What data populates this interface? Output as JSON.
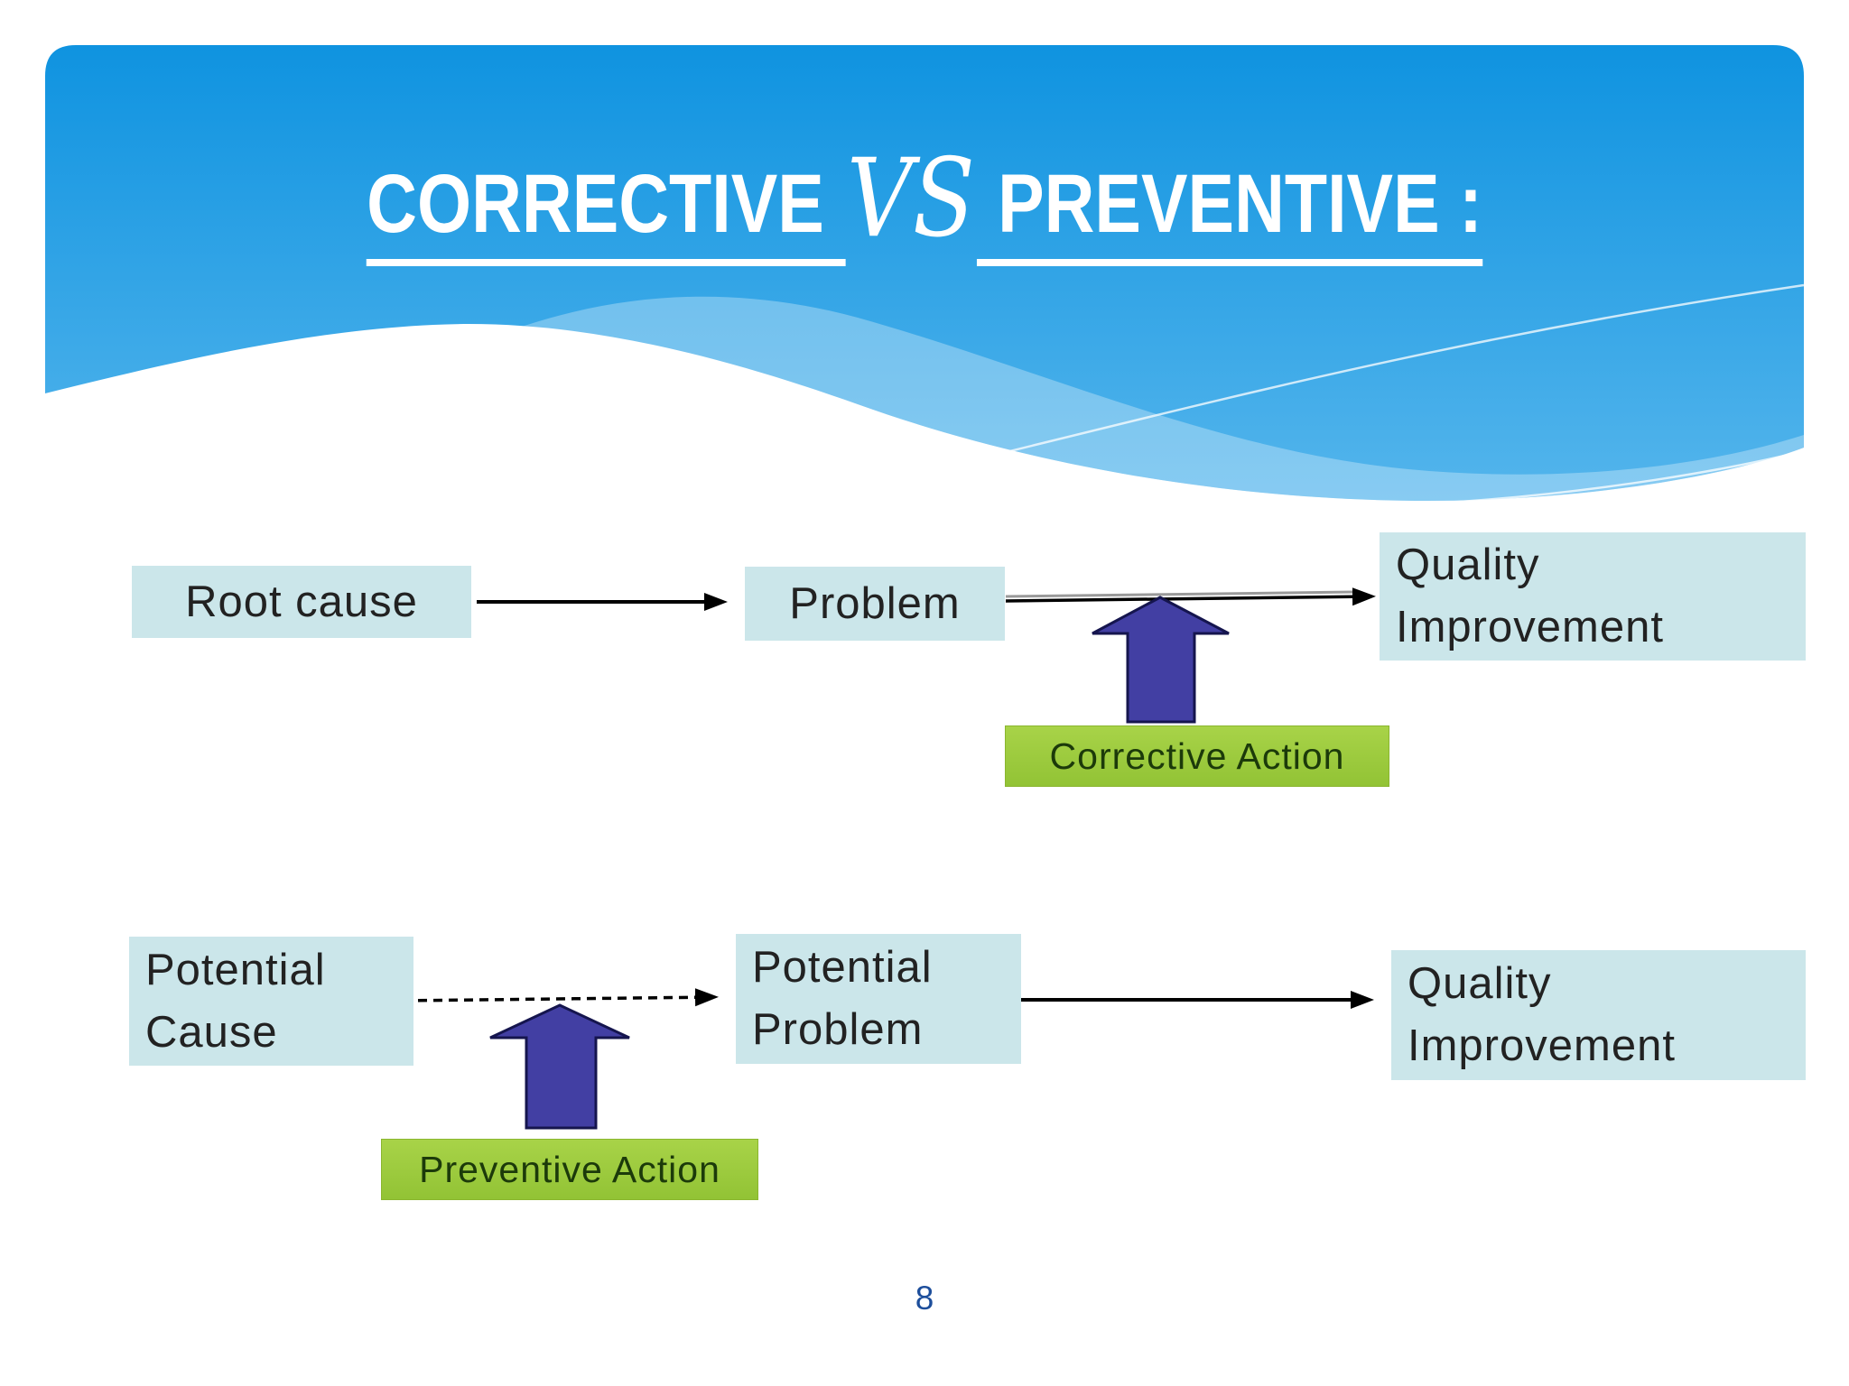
{
  "slide": {
    "title": {
      "corrective": "CORRECTIVE",
      "vs": "VS",
      "preventive": "PREVENTIVE :"
    },
    "page_number": "8"
  },
  "diagram_top": {
    "root_cause": "Root cause",
    "problem": "Problem",
    "quality_improvement_line1": "Quality",
    "quality_improvement_line2": "Improvement",
    "action": "Corrective Action",
    "cause_to_problem_connector": "solid-arrow",
    "problem_to_quality_connector": "solid-arrow"
  },
  "diagram_bottom": {
    "potential_cause_line1": "Potential",
    "potential_cause_line2": "Cause",
    "potential_problem_line1": "Potential",
    "potential_problem_line2": "Problem",
    "quality_improvement_line1": "Quality",
    "quality_improvement_line2": "Improvement",
    "action": "Preventive Action",
    "cause_to_problem_connector": "dashed-arrow",
    "problem_to_quality_connector": "solid-arrow"
  },
  "colors": {
    "header_gradient_top": "#0f93e0",
    "header_gradient_bottom": "#54b5ec",
    "title_text": "#ffffff",
    "node_fill": "#cbe6ea",
    "node_text": "#222222",
    "action_fill": "#9aca3c",
    "action_text": "#1c3a0a",
    "up_arrow_fill": "#423fa3",
    "up_arrow_outline": "#15154e",
    "connector_color": "#000000",
    "page_number_color": "#1d4e9b"
  }
}
